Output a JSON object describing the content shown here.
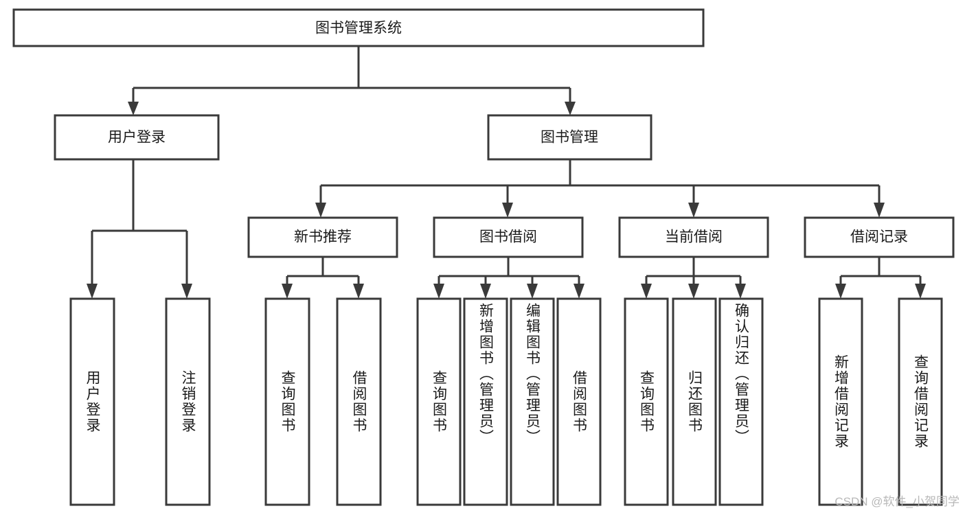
{
  "diagram": {
    "type": "tree-hierarchy",
    "title": "图书管理系统",
    "watermark": "CSDN @软件_小贺同学",
    "colors": {
      "box_stroke": "#3a3a3a",
      "box_fill": "#ffffff",
      "text": "#1a1a1a",
      "watermark": "#b8b8b8",
      "background": "#ffffff"
    },
    "root": {
      "label": "图书管理系统"
    },
    "level2": [
      {
        "label": "用户登录"
      },
      {
        "label": "图书管理"
      }
    ],
    "level3": [
      {
        "label": "新书推荐"
      },
      {
        "label": "图书借阅"
      },
      {
        "label": "当前借阅"
      },
      {
        "label": "借阅记录"
      }
    ],
    "leaves": {
      "user_login": [
        {
          "label": "用户登录"
        },
        {
          "label": "注销登录"
        }
      ],
      "new_book_recommend": [
        {
          "label": "查询图书"
        },
        {
          "label": "借阅图书"
        }
      ],
      "book_borrow": [
        {
          "label": "查询图书"
        },
        {
          "label": "新增图书（管理员）"
        },
        {
          "label": "编辑图书（管理员）"
        },
        {
          "label": "借阅图书"
        }
      ],
      "current_borrow": [
        {
          "label": "查询图书"
        },
        {
          "label": "归还图书"
        },
        {
          "label": "确认归还（管理员）"
        }
      ],
      "borrow_record": [
        {
          "label": "新增借阅记录"
        },
        {
          "label": "查询借阅记录"
        }
      ]
    }
  }
}
